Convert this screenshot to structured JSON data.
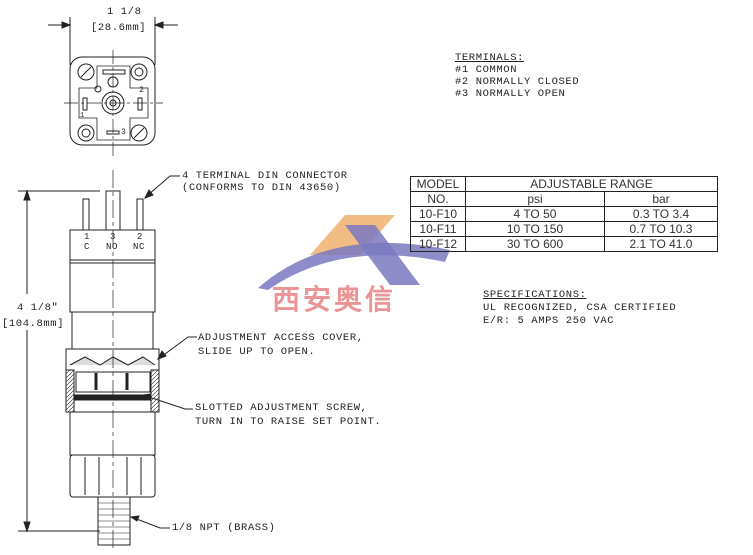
{
  "top_view": {
    "width_fraction": "1 1/8",
    "width_mm": "[28.6mm]",
    "pin_labels": [
      "1",
      "2",
      "3"
    ]
  },
  "terminals": {
    "title": "TERMINALS:",
    "items": [
      "#1 COMMON",
      "#2 NORMALLY CLOSED",
      "#3 NORMALLY OPEN"
    ]
  },
  "callouts": {
    "connector": [
      "4 TERMINAL DIN CONNECTOR",
      "(CONFORMS TO DIN 43650)"
    ],
    "cover": [
      "ADJUSTMENT ACCESS COVER,",
      "SLIDE UP TO OPEN."
    ],
    "screw": [
      "SLOTTED ADJUSTMENT SCREW,",
      "TURN IN TO RAISE SET POINT."
    ],
    "npt": "1/8 NPT (BRASS)"
  },
  "side_view": {
    "height_fraction": "4 1/8\"",
    "height_mm": "[104.8mm]",
    "pins": [
      {
        "num": "1",
        "label": "C"
      },
      {
        "num": "3",
        "label": "NO"
      },
      {
        "num": "2",
        "label": "NC"
      }
    ]
  },
  "range_table": {
    "header_model": [
      "MODEL",
      "NO."
    ],
    "header_range": "ADJUSTABLE RANGE",
    "units": [
      "psi",
      "bar"
    ],
    "rows": [
      {
        "model": "10-F10",
        "psi": "4 TO 50",
        "bar": "0.3 TO 3.4"
      },
      {
        "model": "10-F11",
        "psi": "10 TO 150",
        "bar": "0.7 TO 10.3"
      },
      {
        "model": "10-F12",
        "psi": "30 TO 600",
        "bar": "2.1 TO 41.0"
      }
    ]
  },
  "specifications": {
    "title": "SPECIFICATIONS:",
    "lines": [
      "UL RECOGNIZED, CSA CERTIFIED",
      "E/R: 5 AMPS 250 VAC"
    ]
  },
  "watermark": {
    "text": "西安奥信",
    "colors": {
      "orange": "#f0b070",
      "blue": "#7a78c0",
      "red": "#e88a8a"
    }
  }
}
